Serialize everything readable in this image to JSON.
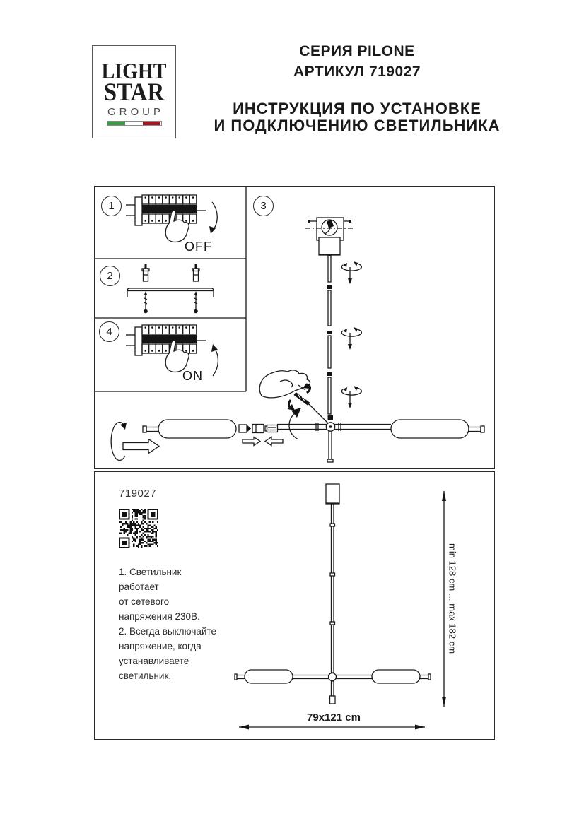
{
  "header": {
    "logo": {
      "line1": "LIGHT",
      "line2": "STAR",
      "line3": "GROUP"
    },
    "series": "СЕРИЯ PILONE",
    "article": "АРТИКУЛ 719027",
    "title_line1": "ИНСТРУКЦИЯ ПО УСТАНОВКЕ",
    "title_line2": "И ПОДКЛЮЧЕНИЮ СВЕТИЛЬНИКА"
  },
  "steps": {
    "step1": {
      "number": "1",
      "label": "OFF"
    },
    "step2": {
      "number": "2"
    },
    "step3": {
      "number": "3"
    },
    "step4": {
      "number": "4",
      "label": "ON"
    }
  },
  "product": {
    "article": "719027",
    "notes": [
      "1. Светильник",
      "работает",
      "от сетевого",
      "напряжения 230В.",
      "2. Всегда выключайте",
      "напряжение, когда",
      "устанавливаете",
      "светильник."
    ],
    "dimensions": {
      "height_range": "min 128 cm ... max 182 cm",
      "plan_size": "79x121 cm"
    }
  },
  "icons": {
    "screw-rotation-icon": "⟳↓",
    "rotate-cw-icon": "↻",
    "insert-right-icon": "→",
    "insert-left-icon": "←"
  },
  "colors": {
    "ink": "#1b1b1b",
    "flag_green": "#3f9a47",
    "flag_red": "#9e1b26"
  }
}
